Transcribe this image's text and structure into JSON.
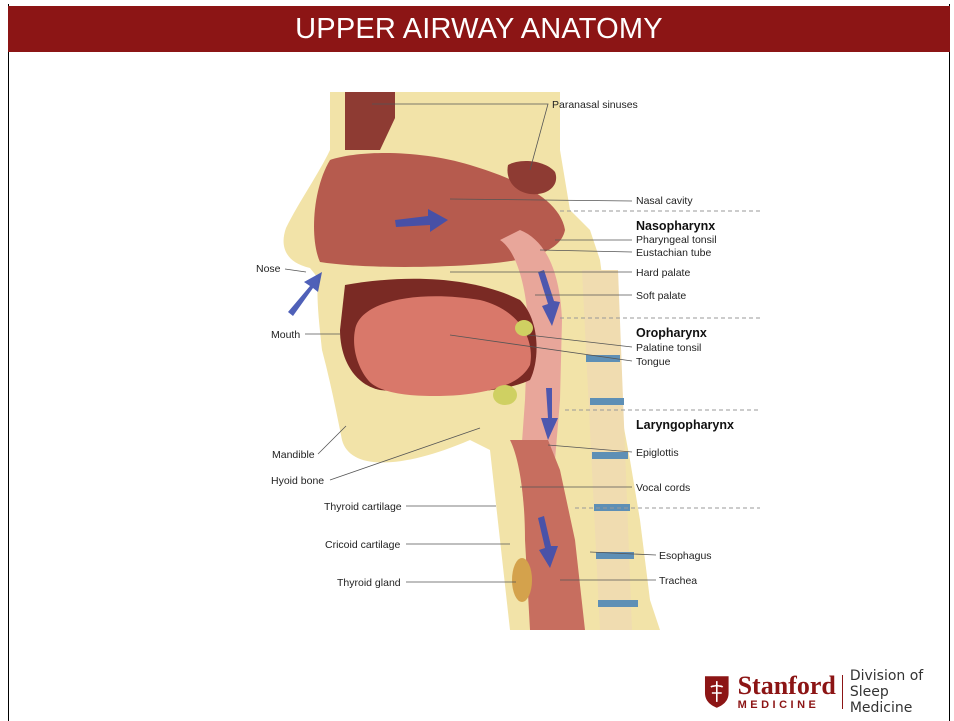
{
  "slide": {
    "title": "UPPER AIRWAY ANATOMY",
    "title_bar_color": "#8c1515"
  },
  "diagram": {
    "left_labels": {
      "nose": "Nose",
      "mouth": "Mouth",
      "mandible": "Mandible",
      "hyoid_bone": "Hyoid bone",
      "thyroid_cartilage": "Thyroid cartilage",
      "cricoid_cartilage": "Cricoid cartilage",
      "thyroid_gland": "Thyroid gland"
    },
    "right_labels": {
      "paranasal_sinuses": "Paranasal sinuses",
      "nasal_cavity": "Nasal cavity",
      "pharyngeal_tonsil": "Pharyngeal tonsil",
      "eustachian_tube": "Eustachian tube",
      "hard_palate": "Hard palate",
      "soft_palate": "Soft palate",
      "palatine_tonsil": "Palatine tonsil",
      "tongue": "Tongue",
      "epiglottis": "Epiglottis",
      "vocal_cords": "Vocal cords",
      "esophagus": "Esophagus",
      "trachea": "Trachea"
    },
    "region_headers": {
      "nasopharynx": "Nasopharynx",
      "oropharynx": "Oropharynx",
      "laryngopharynx": "Laryngopharynx"
    },
    "colors": {
      "bone": "#f2e3a8",
      "tissue": "#d98a78",
      "cavity": "#b65b4e",
      "spine_disc": "#5e8fb5",
      "airflow_arrow": "#3c4fb0"
    }
  },
  "logo": {
    "brand": "Stanford",
    "sub": "MEDICINE",
    "division_line1": "Division of",
    "division_line2": "Sleep Medicine",
    "color": "#8c1515"
  }
}
